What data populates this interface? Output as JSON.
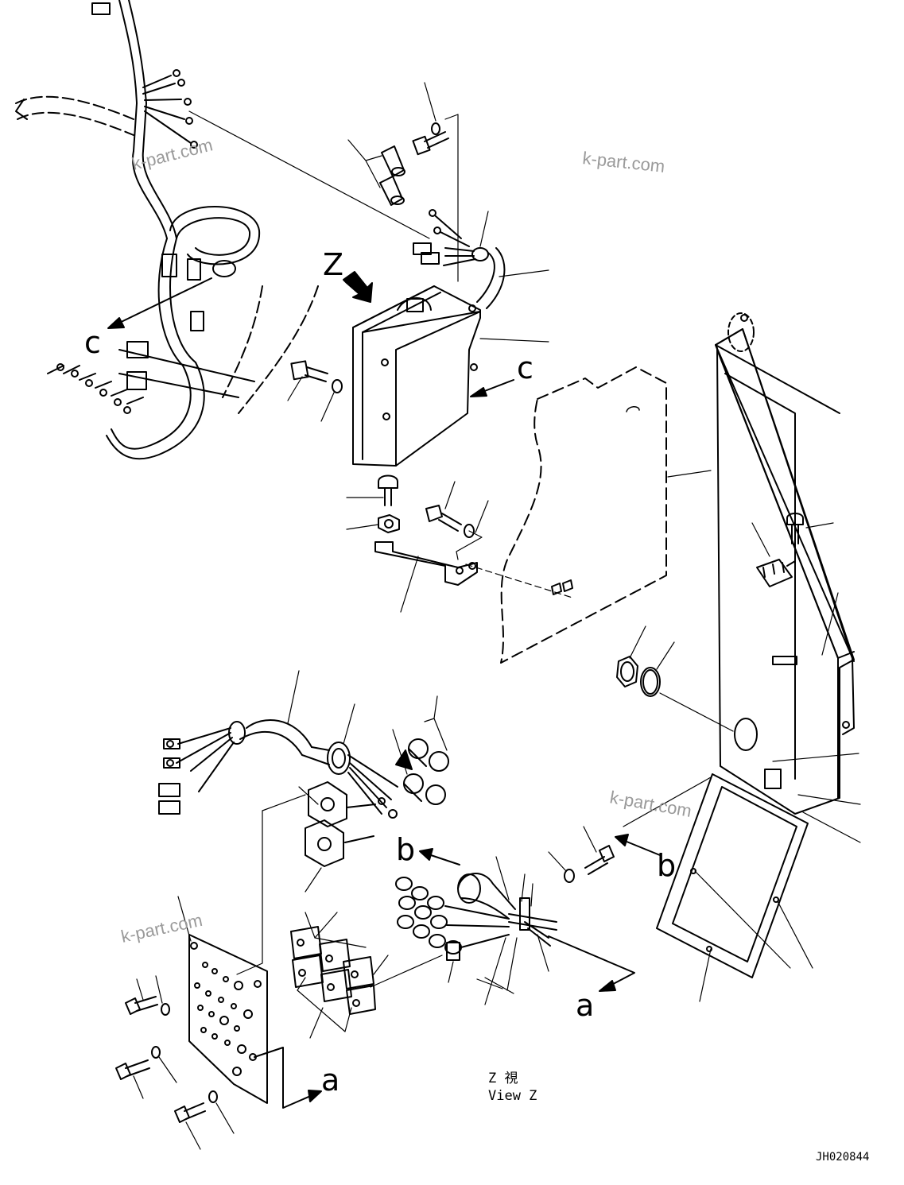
{
  "labels": {
    "z": "Z",
    "c_left": "c",
    "c_right": "c",
    "b_left": "b",
    "b_right": "b",
    "a_center": "a",
    "a_lower": "a"
  },
  "view_caption": {
    "line1": "Z 視",
    "line2": "View Z"
  },
  "watermarks": [
    "k-part.com",
    "k-part.com",
    "k-part.com",
    "k-part.com"
  ],
  "drawing_code": "JH020844",
  "colors": {
    "line": "#000000",
    "watermark": "#9a9a9a",
    "background": "#ffffff"
  }
}
